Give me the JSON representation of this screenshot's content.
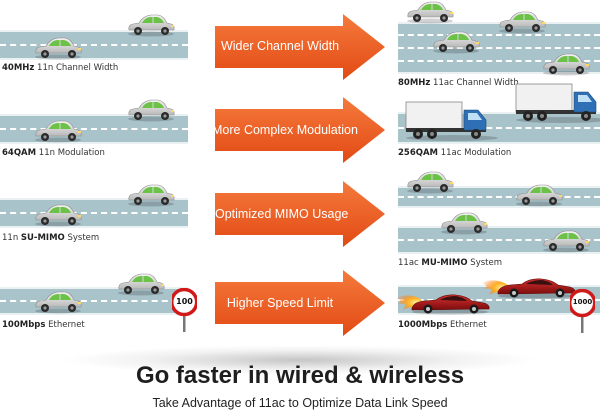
{
  "rows": [
    {
      "arrow_label": "Wider Channel Width",
      "left_caption": {
        "bold": "40MHz",
        "text": " 11n Channel Width"
      },
      "right_caption": {
        "bold": "80MHz",
        "text": " 11ac Channel Width"
      }
    },
    {
      "arrow_label": "More Complex Modulation",
      "left_caption": {
        "bold": "64QAM",
        "text": " 11n Modulation"
      },
      "right_caption": {
        "bold": "256QAM",
        "text": " 11ac Modulation"
      }
    },
    {
      "arrow_label": "Optimized MIMO Usage",
      "left_caption": {
        "prefix": "11n ",
        "bold": "SU-MIMO",
        "text": " System"
      },
      "right_caption": {
        "prefix": "11ac ",
        "bold": "MU-MIMO",
        "text": " System"
      }
    },
    {
      "arrow_label": "Higher Speed Limit",
      "left_caption": {
        "bold": "100Mbps",
        "text": " Ethernet"
      },
      "right_caption": {
        "bold": "1000Mbps",
        "text": " Ethernet"
      },
      "left_sign": "100",
      "right_sign": "1000"
    }
  ],
  "footer": {
    "title": "Go faster in wired & wireless",
    "subtitle": "Take Advantage of 11ac to Optimize Data Link Speed"
  },
  "colors": {
    "road": "#a9c3cb",
    "arrow": "#ef5a24",
    "car_body": "#e8e8e8",
    "car_window": "#69c043",
    "truck_cab": "#2f6fb5",
    "sports_car": "#b01515"
  }
}
